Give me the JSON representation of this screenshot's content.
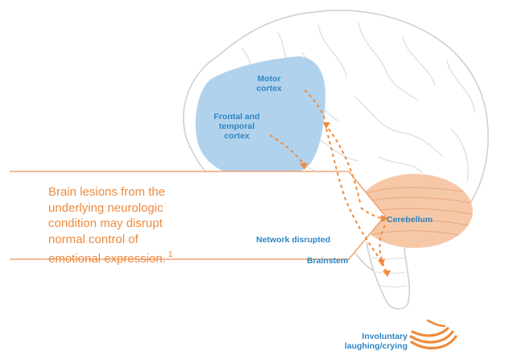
{
  "labels": {
    "motor_cortex": [
      "Motor",
      "cortex"
    ],
    "frontal_temporal": [
      "Frontal and",
      "temporal",
      "cortex"
    ],
    "cerebellum": "Cerebellum",
    "network_disrupted": "Network disrupted",
    "brainstem": "Brainstem",
    "involuntary": [
      "Involuntary",
      "laughing/crying"
    ]
  },
  "callout": {
    "lines": [
      "Brain lesions from the",
      "underlying neurologic",
      "condition may disrupt",
      "normal control of",
      "emotional expression."
    ],
    "footnote": "1"
  },
  "colors": {
    "cortex_region": "#a9cdeb",
    "cerebellum_region": "#f6c3a0",
    "label_blue": "#2f86c4",
    "accent_orange": "#ef8a3d",
    "brain_outline": "#d3d3d3"
  },
  "icons": {
    "involuntary": "laughing-crying-waves-icon"
  }
}
